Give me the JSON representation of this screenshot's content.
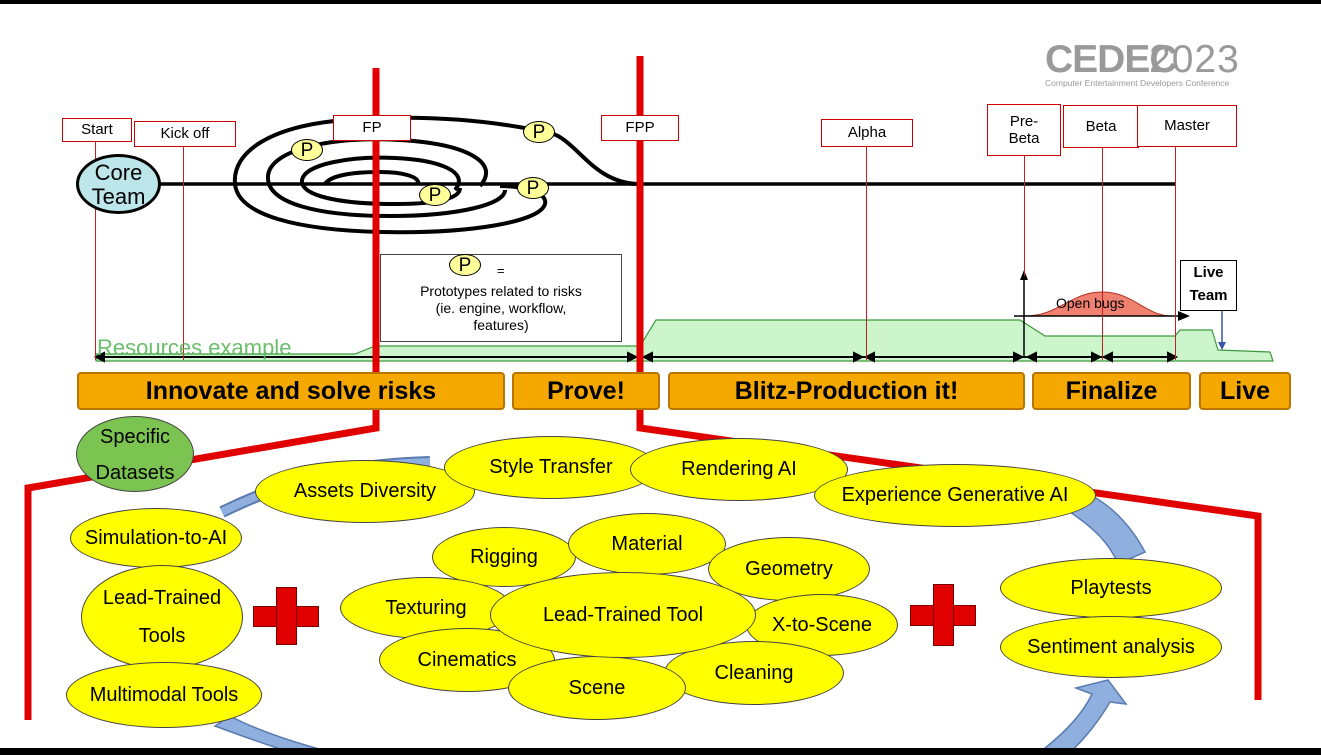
{
  "logo": {
    "brand": "CEDEC",
    "year": "2023",
    "subtitle": "Computer Entertainment Developers Conference"
  },
  "milestones": [
    {
      "id": "start",
      "label": "Start"
    },
    {
      "id": "kickoff",
      "label": "Kick off"
    },
    {
      "id": "fp",
      "label": "FP"
    },
    {
      "id": "fpp",
      "label": "FPP"
    },
    {
      "id": "alpha",
      "label": "Alpha"
    },
    {
      "id": "prebeta",
      "label": "Pre-\nBeta"
    },
    {
      "id": "beta",
      "label": "Beta"
    },
    {
      "id": "master",
      "label": "Master"
    }
  ],
  "core_team": "Core\nTeam",
  "prototype_badge": "P",
  "legend": {
    "badge": "P",
    "equals": "=",
    "text": "Prototypes related to risks\n(ie. engine, workflow,\nfeatures)"
  },
  "open_bugs": "Open bugs",
  "live_team": "Live\nTeam",
  "resources_label": "Resources example",
  "phases": [
    {
      "label": "Innovate and solve risks"
    },
    {
      "label": "Prove!"
    },
    {
      "label": "Blitz-Production it!"
    },
    {
      "label": "Finalize"
    },
    {
      "label": "Live"
    }
  ],
  "left_group": {
    "specific": "Specific\nDatasets",
    "items": [
      "Simulation-to-AI",
      "Lead-Trained\nTools",
      "Multimodal Tools"
    ]
  },
  "arc_items": [
    "Assets Diversity",
    "Style Transfer",
    "Rendering AI",
    "Experience Generative AI"
  ],
  "center_group": [
    "Rigging",
    "Material",
    "Geometry",
    "Texturing",
    "Lead-Trained Tool",
    "X-to-Scene",
    "Cinematics",
    "Scene",
    "Cleaning"
  ],
  "right_group": [
    "Playtests",
    "Sentiment analysis"
  ],
  "colors": {
    "phase_bar": "#f5a800",
    "oval": "#ffff00",
    "dataset": "#7cc452",
    "core_team": "#bde6ea",
    "red": "#e00000",
    "resources": "#ccf5cc",
    "open_bugs": "#f08070",
    "arrow": "#7f9fd0"
  }
}
